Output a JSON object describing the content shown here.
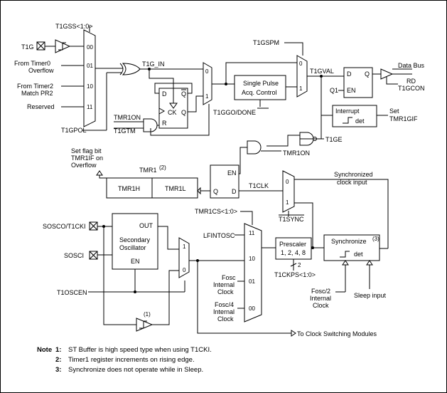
{
  "signals": {
    "t1gss": "T1GSS<1:0>",
    "t1g": "T1G",
    "from_timer0": "From Timer0",
    "overflow": "Overflow",
    "from_timer2": "From Timer2",
    "match_pr2": "Match PR2",
    "reserved": "Reserved",
    "t1gpol": "T1GPOL",
    "t1g_in": "T1G_IN",
    "t1gspm": "T1GSPM",
    "t1gval": "T1GVAL",
    "data_bus": "Data Bus",
    "rd": "RD",
    "t1gcon": "T1GCON",
    "tmr1on_a": "TMR1ON",
    "t1gtm": "T1GTM",
    "t1ggo_done": "T1GGO/DONE",
    "set": "Set",
    "tmr1gif": "TMR1GIF",
    "t1ge": "T1GE",
    "tmr1on_b": "TMR1ON",
    "set_flag_1": "Set flag bit",
    "set_flag_2": "TMR1IF on",
    "set_flag_3": "Overflow",
    "tmr1": "TMR1",
    "tmr1_note": "(2)",
    "t1clk": "T1CLK",
    "sync_clk_1": "Synchronized",
    "sync_clk_2": "clock input",
    "t1sync": "T1SYNC",
    "tmr1cs": "TMR1CS<1:0>",
    "sosco": "SOSCO/T1CKI",
    "sosci": "SOSCI",
    "t1oscen": "T1OSCEN",
    "lfintosc": "LFINTOSC",
    "fosc_1": "Fosc",
    "fosc_2": "Internal",
    "fosc_3": "Clock",
    "fosc4_1": "Fosc/4",
    "fosc4_2": "Internal",
    "fosc4_3": "Clock",
    "fosc2_1": "Fosc/2",
    "fosc2_2": "Internal",
    "fosc2_3": "Clock",
    "sleep_input": "Sleep input",
    "t1ckps": "T1CKPS<1:0>",
    "bus_width": "2",
    "to_clock_switching": "To Clock Switching Modules",
    "st_note": "(1)"
  },
  "blocks": {
    "single_pulse_1": "Single Pulse",
    "single_pulse_2": "Acq. Control",
    "interrupt": "Interrupt",
    "det": "det",
    "tmr1h": "TMR1H",
    "tmr1l": "TMR1L",
    "sec_osc_1": "Secondary",
    "sec_osc_2": "Oscillator",
    "out": "OUT",
    "en": "EN",
    "prescaler_1": "Prescaler",
    "prescaler_2": "1, 2, 4, 8",
    "synchronize": "Synchronize",
    "synchronize_note": "(3)",
    "sync_det": "det"
  },
  "pins": {
    "d": "D",
    "q": "Q",
    "qbar": "Q",
    "ck": "CK",
    "r": "R",
    "en": "EN",
    "q1": "Q1"
  },
  "mux_inputs": {
    "gate_sel": [
      "00",
      "01",
      "10",
      "11"
    ],
    "clk_sel": [
      "11",
      "10",
      "01",
      "00"
    ],
    "zero": "0",
    "one": "1"
  },
  "notes": {
    "heading": "Note",
    "items": [
      {
        "num": "1:",
        "text": "ST Buffer is high speed type when using T1CKI."
      },
      {
        "num": "2:",
        "text": "Timer1 register increments on rising edge."
      },
      {
        "num": "3:",
        "text": "Synchronize does not operate while in Sleep."
      }
    ]
  }
}
